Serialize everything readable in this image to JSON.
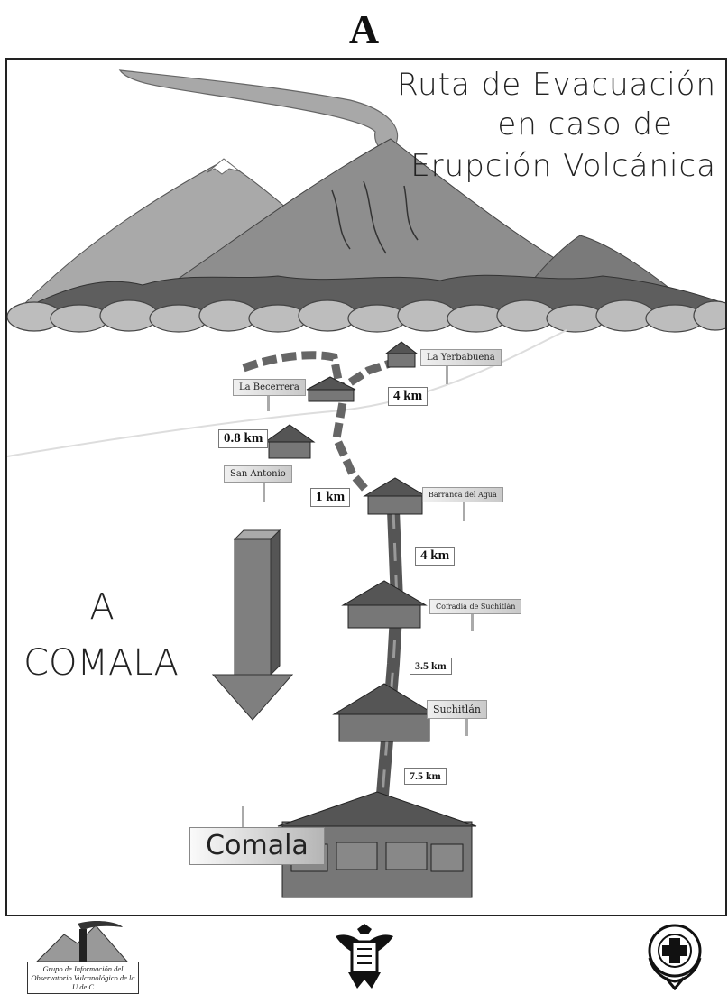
{
  "panel_letter": "A",
  "title": {
    "line1": "Ruta de Evacuación",
    "line2": "en caso de",
    "line3": "Erupción Volcánica"
  },
  "direction": {
    "line1": "A",
    "line2": "COMALA"
  },
  "places": {
    "la_yerbabuena": "La Yerbabuena",
    "la_becerrera": "La Becerrera",
    "san_antonio": "San Antonio",
    "barranca_del_agua": "Barranca del Agua",
    "cofradia_de_suchitlan": "Cofradía de Suchitlán",
    "suchitlan": "Suchitlán",
    "comala": "Comala"
  },
  "distances": {
    "yerbabuena_to_route": "4 km",
    "san_antonio_spur": "0.8 km",
    "to_barranca": "1 km",
    "barranca_to_cofradia": "4 km",
    "cofradia_to_suchitlan": "3.5 km",
    "suchitlan_to_comala": "7.5 km"
  },
  "footer": {
    "left_caption": "Grupo de Información del Observatorio Vulcanológico de la U de C",
    "center_emblem": "university-eagle-emblem",
    "right_emblem": "proteccion-civil-colima-emblem"
  }
}
